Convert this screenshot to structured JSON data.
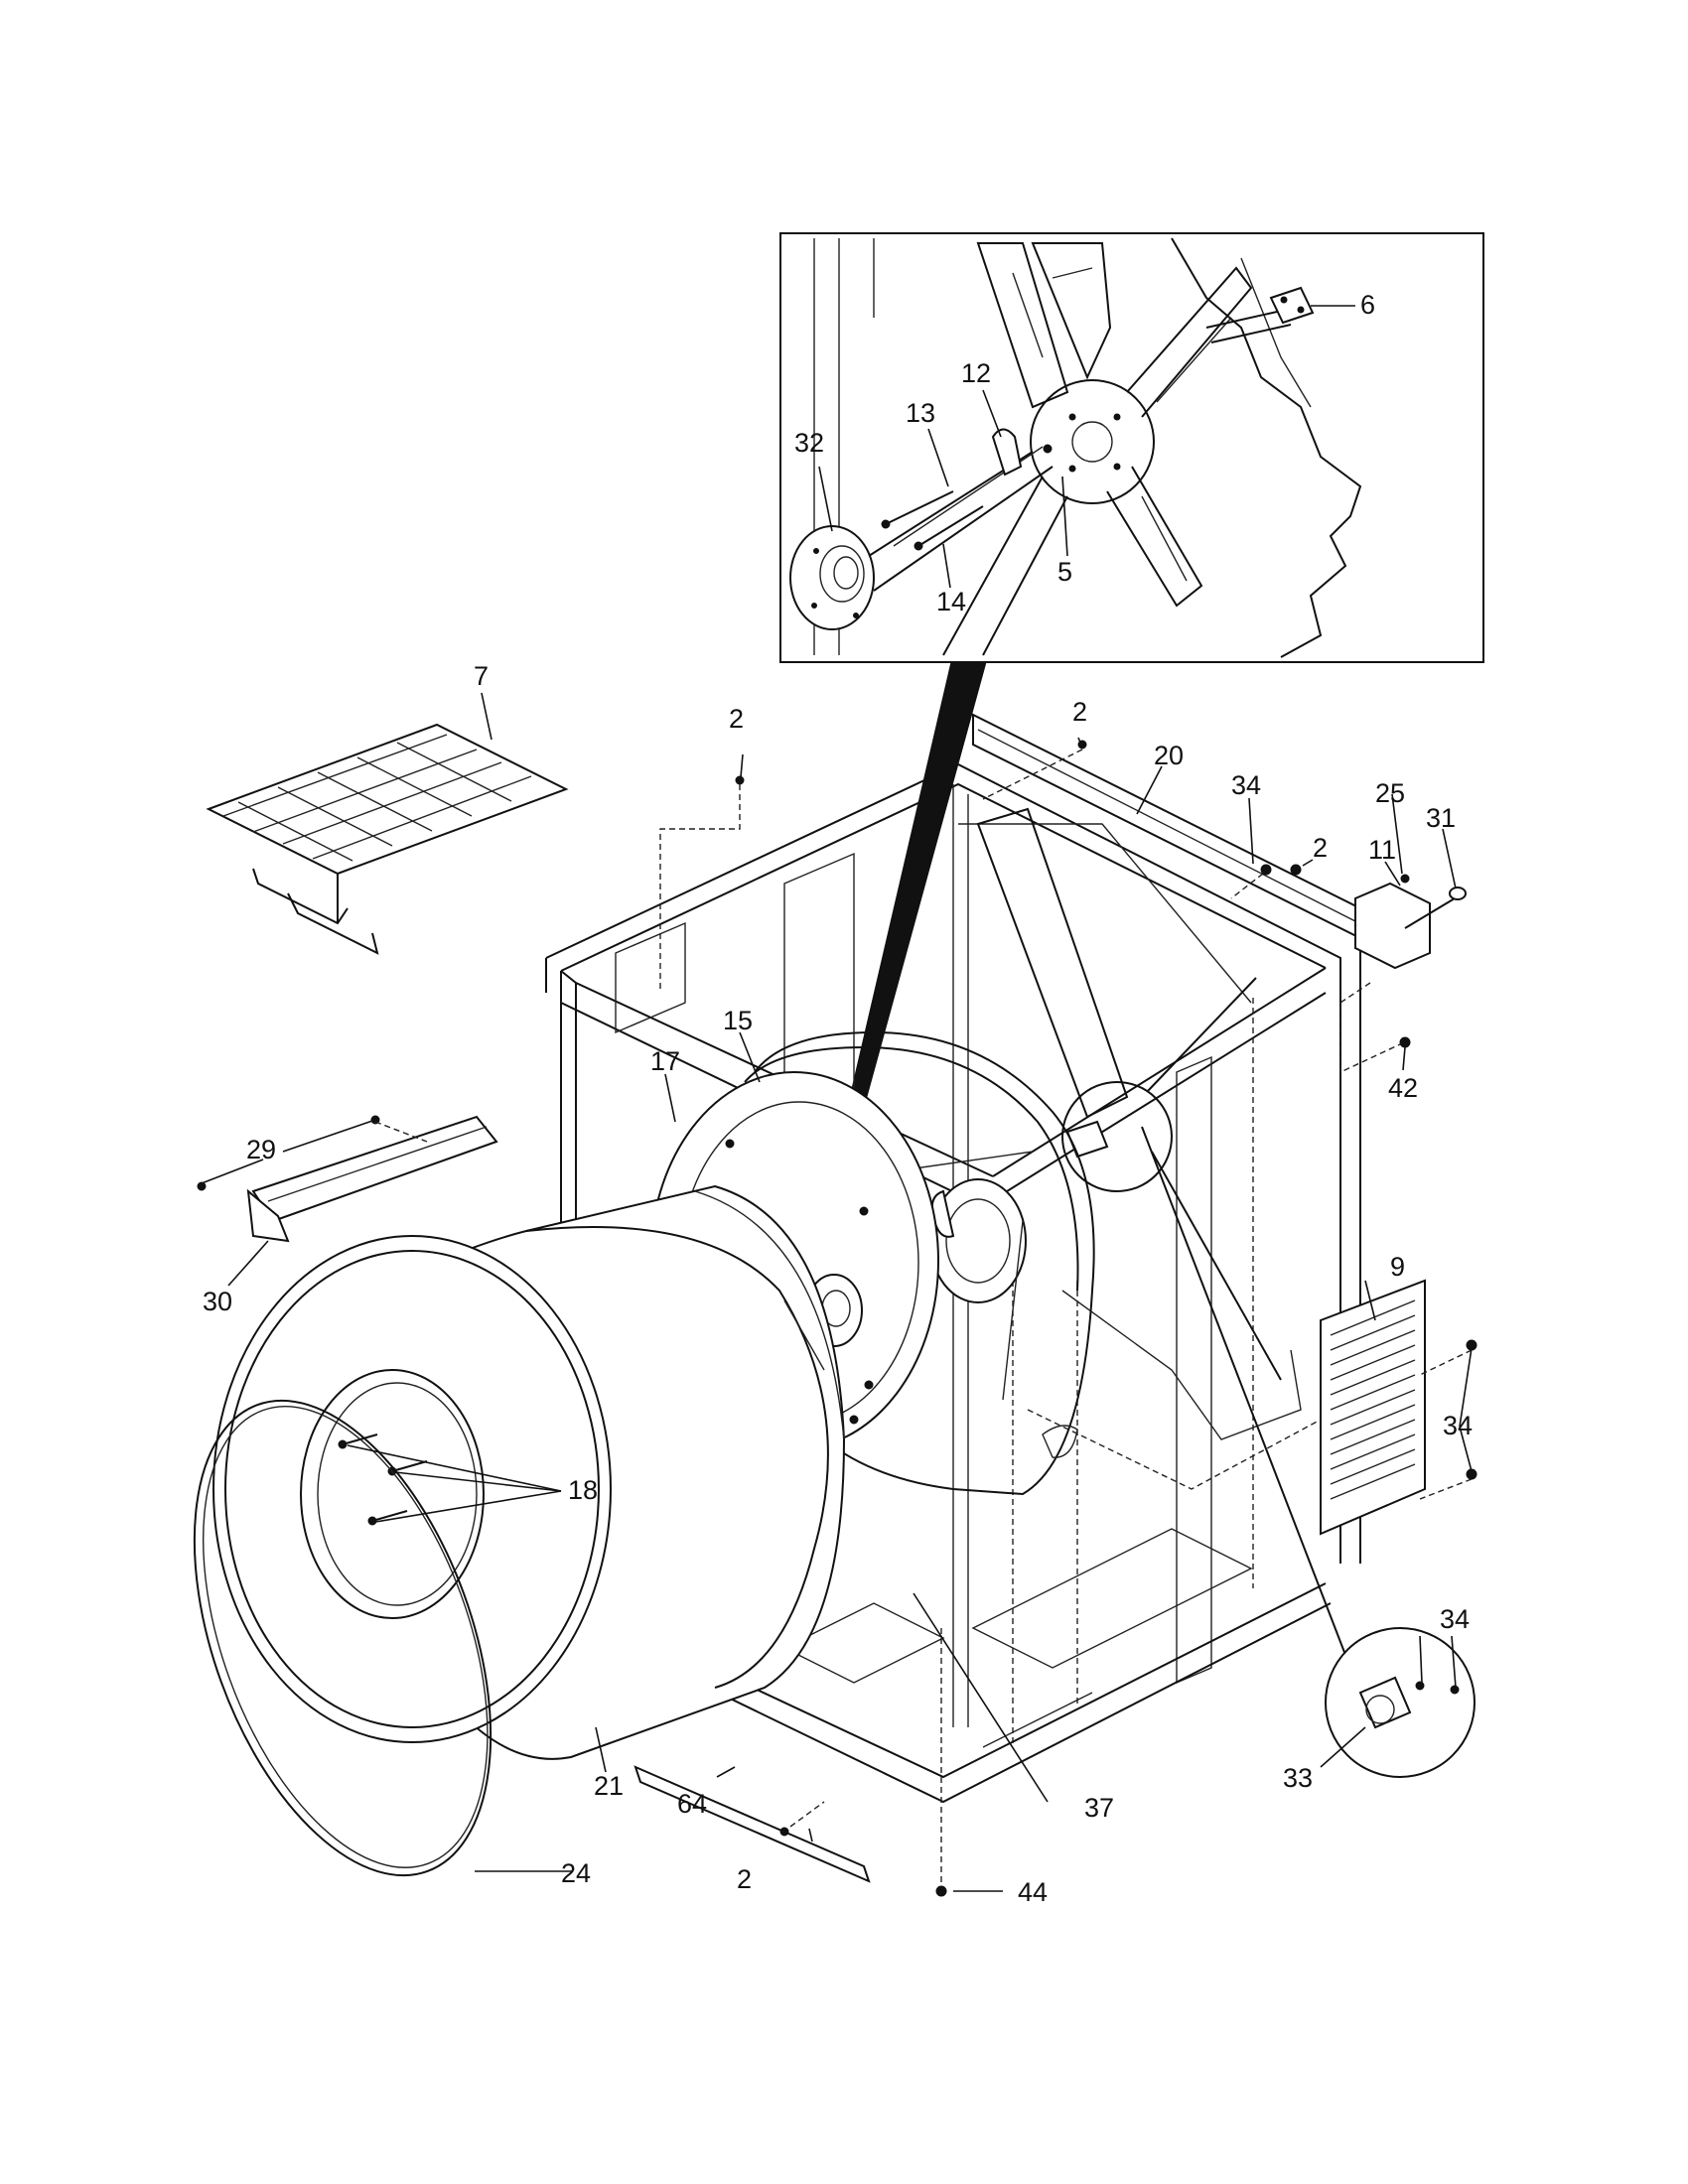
{
  "callouts": {
    "c2a": "2",
    "c2b": "2",
    "c2c": "2",
    "c2d": "2",
    "c5": "5",
    "c6": "6",
    "c7": "7",
    "c9": "9",
    "c11": "11",
    "c12": "12",
    "c13": "13",
    "c14": "14",
    "c15": "15",
    "c17": "17",
    "c18": "18",
    "c20": "20",
    "c21": "21",
    "c24": "24",
    "c25": "25",
    "c29": "29",
    "c30": "30",
    "c31": "31",
    "c32": "32",
    "c33": "33",
    "c34a": "34",
    "c34b": "34",
    "c34c": "34",
    "c37": "37",
    "c42": "42",
    "c44": "44",
    "c64": "64"
  }
}
